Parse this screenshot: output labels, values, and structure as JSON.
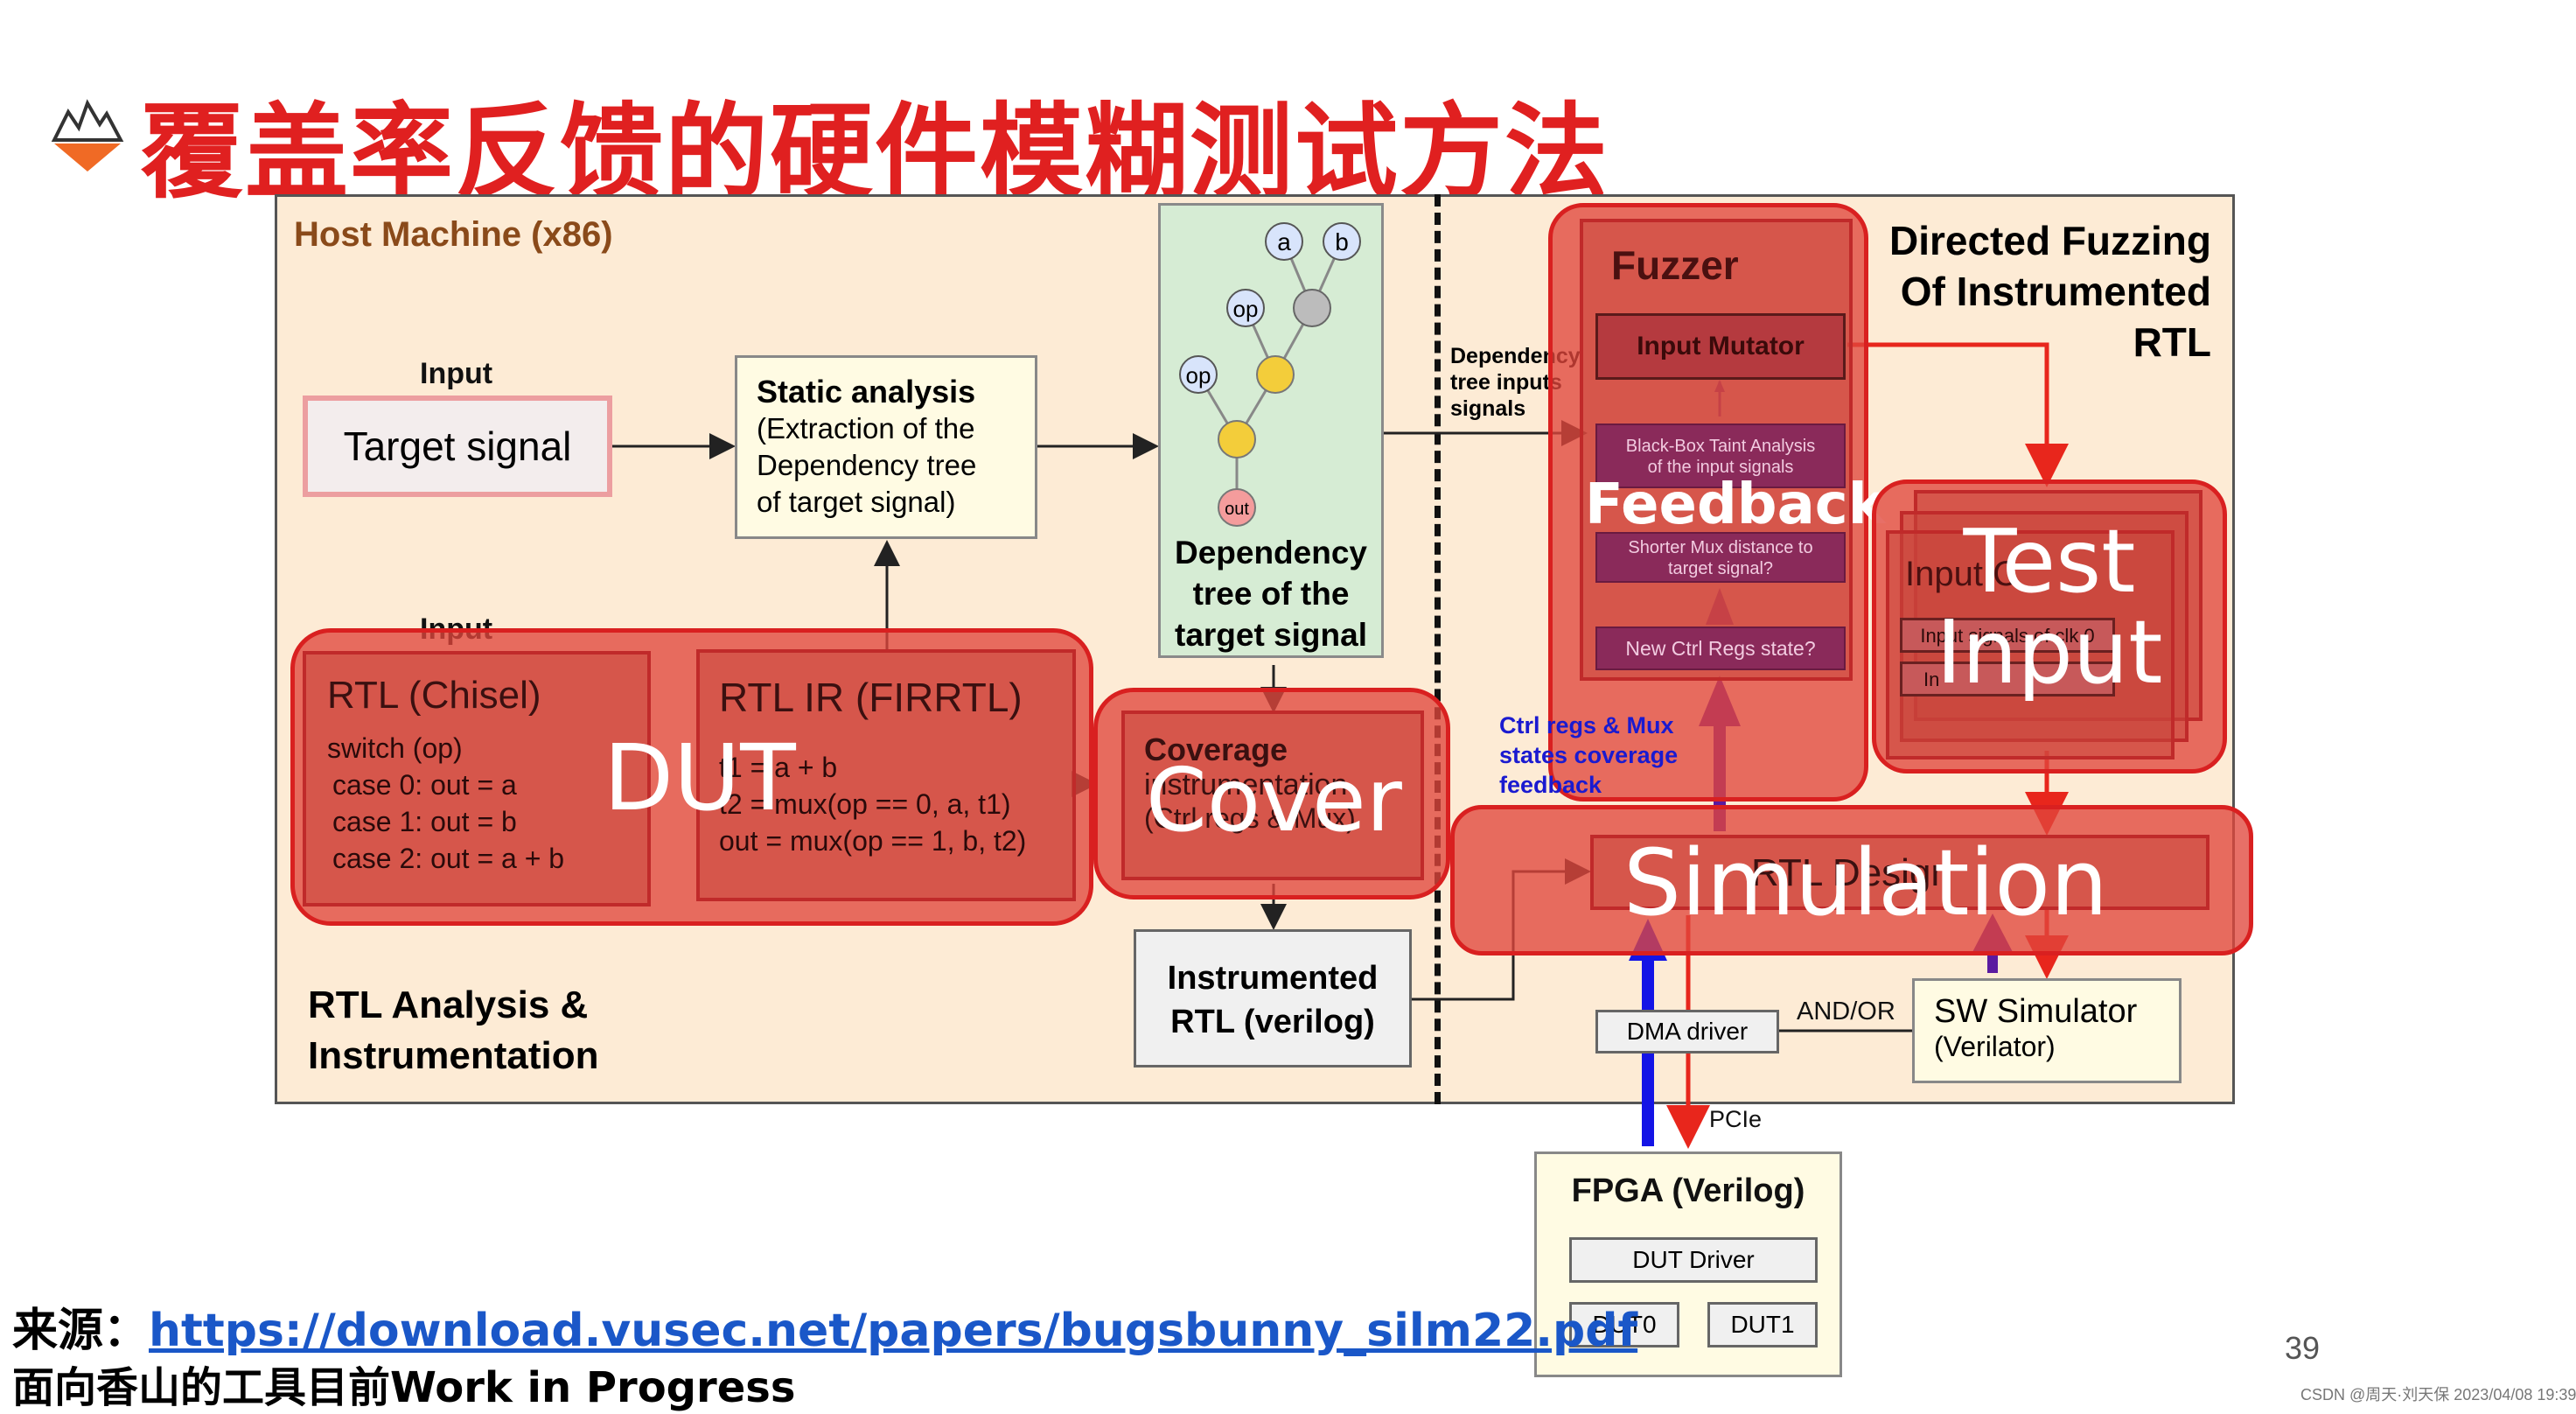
{
  "slide": {
    "title": "覆盖率反馈的硬件模糊测试方法",
    "page_number": "39",
    "watermark": "CSDN @周天·刘天保  2023/04/08 19:39"
  },
  "diagram": {
    "host_label": "Host Machine (x86)",
    "input_label_1": "Input",
    "input_label_2": "Input",
    "target_signal": "Target signal",
    "static_analysis": {
      "title": "Static analysis",
      "body": [
        "(Extraction of the",
        "Dependency tree",
        "of target signal)"
      ]
    },
    "tree_nodes": {
      "a": "a",
      "b": "b",
      "op1": "op",
      "op2": "op",
      "out": "out"
    },
    "tree_caption": [
      "Dependency",
      "tree of the",
      "target signal"
    ],
    "rtl_chisel": {
      "title": "RTL (Chisel)",
      "code": [
        "switch (op)",
        "case 0: out = a",
        "case 1: out = b",
        "case 2: out = a + b"
      ]
    },
    "rtl_ir": {
      "title": "RTL IR (FIRRTL)",
      "code": [
        "t1 = a + b",
        "t2 = mux(op == 0, a, t1)",
        "out = mux(op == 1, b, t2)"
      ]
    },
    "dut_overlay": "DUT",
    "coverage": {
      "title": "Coverage",
      "line2": "instrumentation",
      "line3": "(Ctrl regs & Mux)"
    },
    "cover_overlay": "Cover",
    "instrumented": [
      "Instrumented",
      "RTL (verilog)"
    ],
    "rtl_analysis_label": [
      "RTL Analysis &",
      "Instrumentation"
    ],
    "dep_inputs_label": [
      "Dependency",
      "tree inputs",
      "signals"
    ],
    "fuzzer": {
      "title": "Fuzzer",
      "input_mutator": "Input Mutator",
      "taint": [
        "Black-Box Taint Analysis",
        "of the input signals"
      ],
      "shorter": [
        "Shorter Mux distance to",
        "target signal?"
      ],
      "new_ctrl": "New Ctrl Regs state?"
    },
    "feedback_overlay": "Feedback",
    "directed_label": [
      "Directed Fuzzing",
      "Of Instrumented",
      "RTL"
    ],
    "test_input": {
      "box_title": "Input C",
      "row1": "Input signals of clk 0",
      "row2": "In"
    },
    "test_input_overlay": [
      "Test",
      "Input"
    ],
    "ctrl_regs_label": [
      "Ctrl regs & Mux",
      "states coverage",
      "feedback"
    ],
    "rtl_design": "RTL Design",
    "simulation_overlay": "Simulation",
    "dma_driver": "DMA driver",
    "and_or": "AND/OR",
    "sw_simulator": [
      "SW Simulator",
      "(Verilator)"
    ],
    "pcie": "PCIe",
    "fpga": {
      "title": "FPGA (Verilog)",
      "driver": "DUT Driver",
      "dut0": "DUT0",
      "dut1": "DUT1"
    }
  },
  "footer": {
    "source_label": "来源：",
    "source_url": "https://download.vusec.net/papers/bugsbunny_silm22.pdf",
    "line2": "面向香山的工具目前Work in Progress"
  },
  "colors": {
    "title_red": "#e02020",
    "overlay_red": "#d92020",
    "arrow_blue": "#1414e6",
    "arrow_purple": "#5a1aa0"
  }
}
